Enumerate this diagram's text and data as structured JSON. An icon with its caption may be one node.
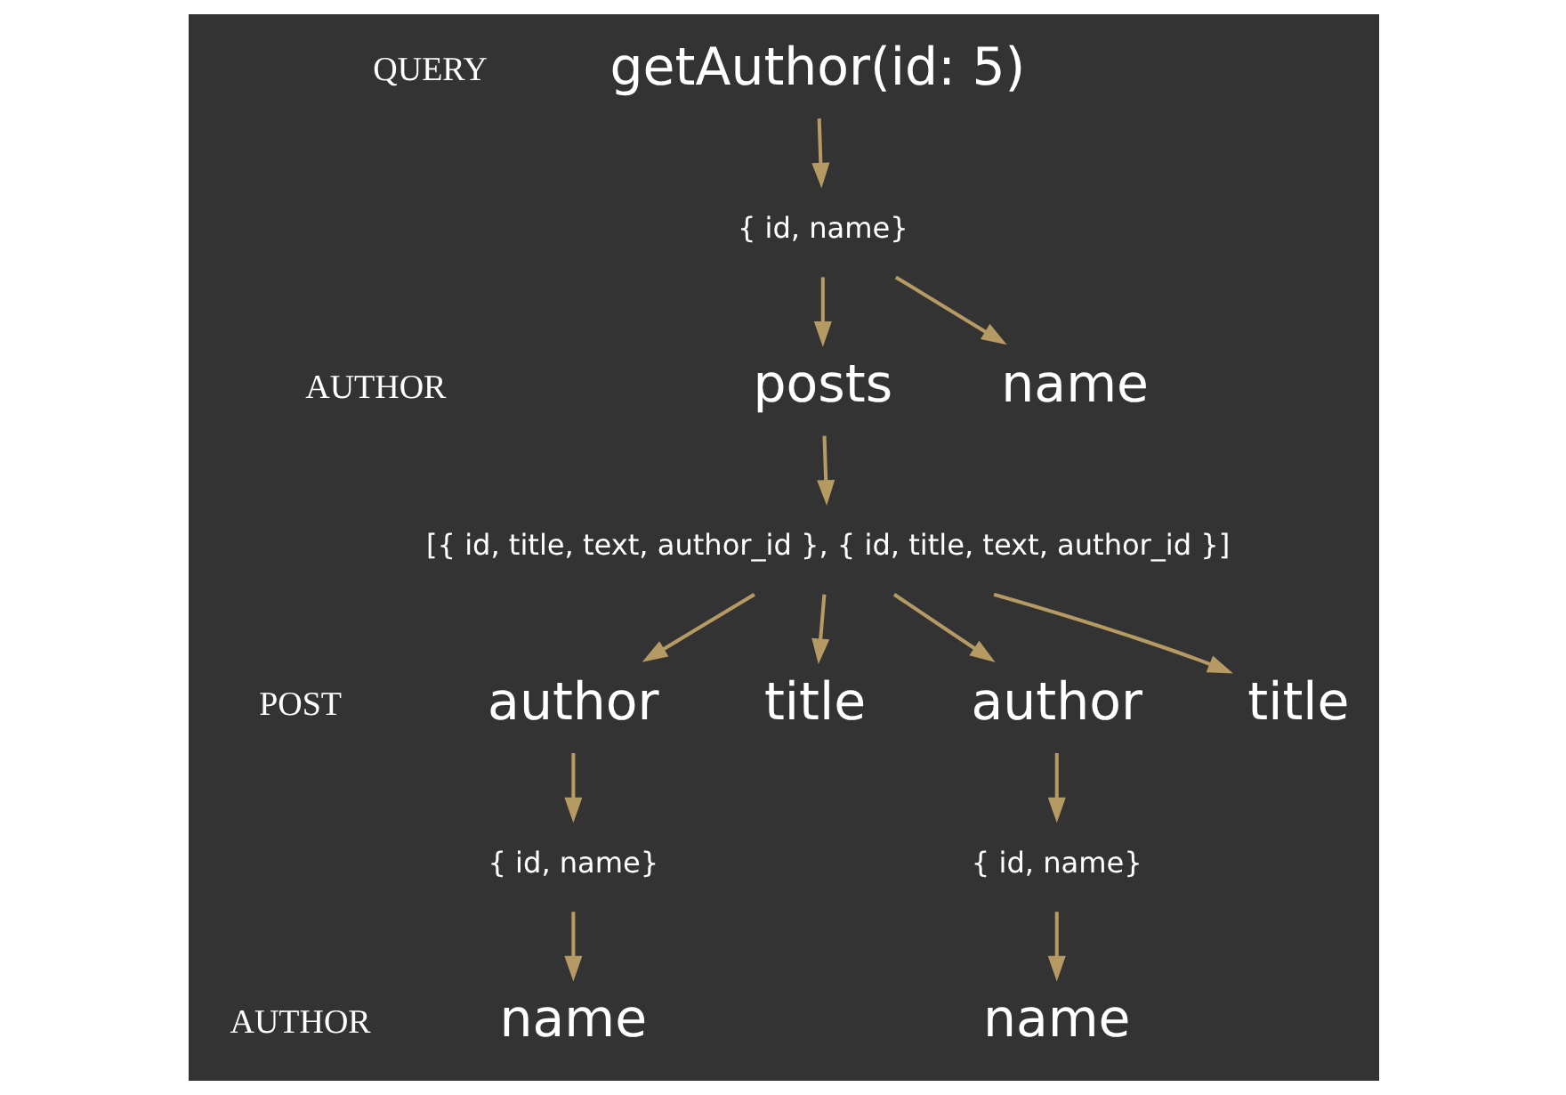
{
  "diagram": {
    "nodes": [
      {
        "text": [
          "getAuthor(id: 5)"
        ]
      },
      {
        "text": [
          "{ id, name}"
        ]
      },
      {
        "text": [
          "name"
        ]
      },
      {
        "text": [
          "posts"
        ]
      },
      {
        "text": [
          "[{ id, title, text, author_id }, { id, title, text, author_id }]"
        ]
      },
      {
        "text": [
          "title"
        ]
      },
      {
        "text": [
          "author"
        ]
      },
      {
        "text": [
          "title"
        ]
      },
      {
        "text": [
          "author"
        ]
      },
      {
        "text": [
          "{ id, name}"
        ]
      },
      {
        "text": [
          "{ id, name}"
        ]
      },
      {
        "text": [
          "name"
        ]
      },
      {
        "text": [
          "name"
        ]
      }
    ],
    "edges": [
      {
        "from": 0,
        "to": 1,
        "arrow": "to"
      },
      {
        "from": 1,
        "to": 2,
        "arrow": "to"
      },
      {
        "from": 1,
        "to": 3,
        "arrow": "to"
      },
      {
        "from": 3,
        "to": 4,
        "arrow": "to"
      },
      {
        "from": 4,
        "to": 5,
        "arrow": "to"
      },
      {
        "from": 4,
        "to": 6,
        "arrow": "to"
      },
      {
        "from": 4,
        "to": 7,
        "arrow": "to"
      },
      {
        "from": 4,
        "to": 8,
        "arrow": "to"
      },
      {
        "from": 6,
        "to": 9,
        "arrow": "to"
      },
      {
        "from": 9,
        "to": 11,
        "arrow": "to"
      },
      {
        "from": 8,
        "to": 10,
        "arrow": "to"
      },
      {
        "from": 10,
        "to": 12,
        "arrow": "to"
      }
    ],
    "labels": [
      "QUERY",
      "AUTHOR",
      "POST",
      "AUTHOR"
    ]
  }
}
